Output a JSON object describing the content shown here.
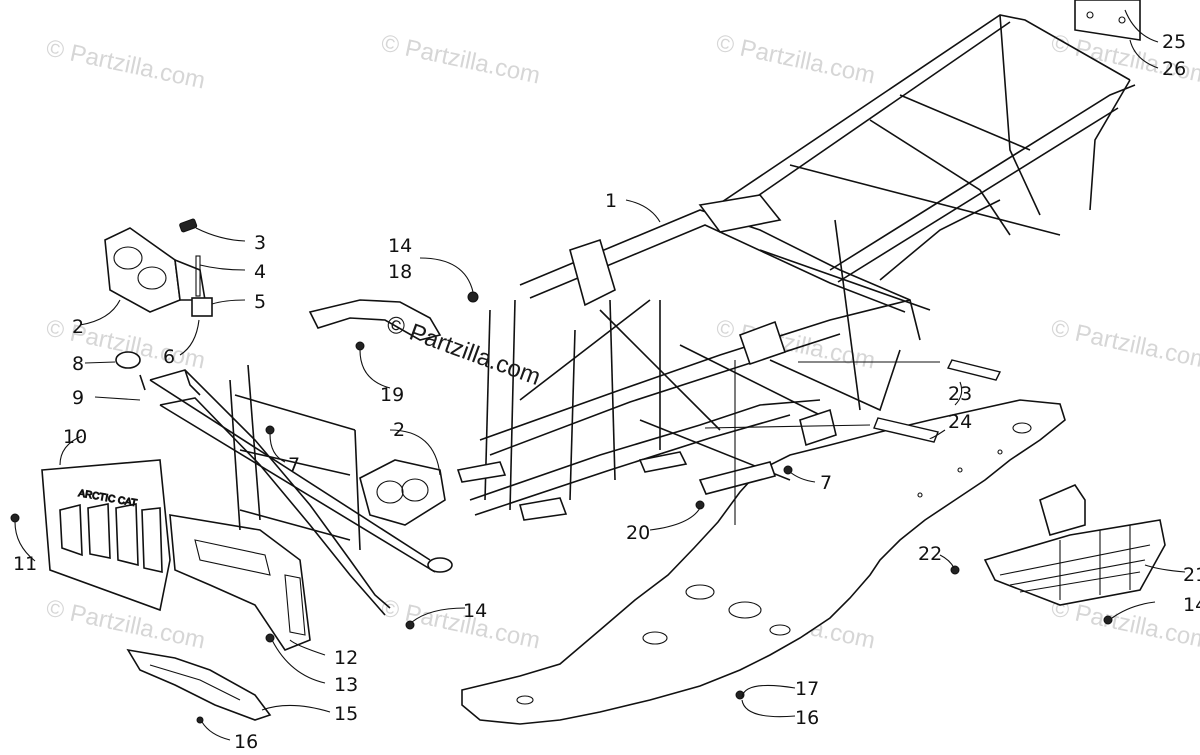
{
  "watermark_text": "© Partzilla.com",
  "center_watermark_text": "© Partzilla.com",
  "grille_logo_text": "ARCTIC CAT",
  "callouts": {
    "c1": "1",
    "c2a": "2",
    "c2b": "2",
    "c3": "3",
    "c4": "4",
    "c5": "5",
    "c6": "6",
    "c7a": "7",
    "c7b": "7",
    "c8": "8",
    "c9": "9",
    "c10": "10",
    "c11": "11",
    "c12": "12",
    "c13": "13",
    "c14a": "14",
    "c14b": "14",
    "c14c": "14",
    "c15": "15",
    "c16a": "16",
    "c16b": "16",
    "c17": "17",
    "c18": "18",
    "c19": "19",
    "c20": "20",
    "c21": "21",
    "c22": "22",
    "c23": "23",
    "c24": "24",
    "c25": "25",
    "c26": "26"
  }
}
